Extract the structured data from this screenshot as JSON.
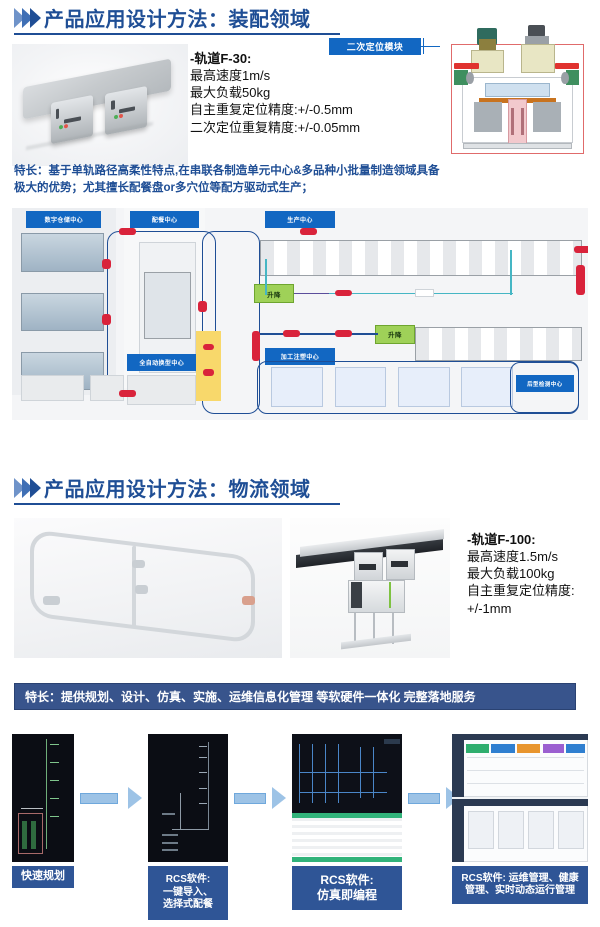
{
  "sections": [
    {
      "id": "assembly",
      "heading": "产品应用设计方法：装配领域",
      "product": {
        "title": "-轨道F-30:",
        "specs": [
          "最高速度1m/s",
          "最大负载50kg",
          "自主重复定位精度:+/-0.5mm",
          "二次定位重复精度:+/-0.05mm"
        ]
      },
      "callout": "二次定位模块",
      "feature_lines": [
        "特长：基于单轨路径高柔性特点,在串联各制造单元中心&多品种小批量制造领域具备",
        "极大的优势；尤其擅长配餐盘or多穴位等配方驱动式生产；"
      ],
      "diagram_labels": {
        "warehouse": "数字仓储中心",
        "kitting": "配餐中心",
        "production": "生产中心",
        "lift_1": "升降",
        "lift_2": "升降",
        "molding": "加工注塑中心",
        "changeover": "全自动换型中心",
        "inspection": "后型检测中心"
      }
    },
    {
      "id": "logistics",
      "heading": "产品应用设计方法：物流领域",
      "product": {
        "title": "-轨道F-100:",
        "specs": [
          "最高速度1.5m/s",
          "最大负载100kg",
          "自主重复定位精度:",
          "+/-1mm"
        ]
      },
      "feature_bar": "特长：提供规划、设计、仿真、实施、运维信息化管理 等软硬件一体化 完整落地服务",
      "workflow": [
        {
          "caption": "快速规划"
        },
        {
          "caption": "RCS软件:\n一键导入、\n选择式配餐"
        },
        {
          "caption": "RCS软件:\n仿真即编程"
        },
        {
          "caption": "RCS软件: 运维管理、健康\n管理、实时动态运行管理"
        }
      ]
    }
  ],
  "colors": {
    "brand_blue": "#1f4e95",
    "label_blue": "#1267c2",
    "caption_blue": "#2f5596",
    "feature_bar_blue": "#38548c",
    "accent_red": "#d9233b",
    "accent_cyan": "#45b6c4",
    "accent_green": "#9fd158",
    "arrow_blue": "#9dc3e6"
  }
}
